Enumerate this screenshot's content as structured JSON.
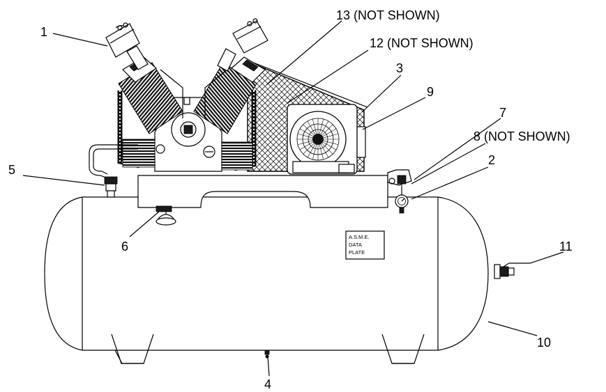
{
  "callouts": {
    "c1": "1",
    "c2": "2",
    "c3": "3",
    "c4": "4",
    "c5": "5",
    "c6": "6",
    "c7": "7",
    "c8": "8 (NOT SHOWN)",
    "c9": "9",
    "c10": "10",
    "c11": "11",
    "c12": "12 (NOT SHOWN)",
    "c13": "13 (NOT SHOWN)"
  },
  "data_plate": {
    "line1": "A.S.M.E.",
    "line2": "DATA",
    "line3": "PLATE"
  }
}
